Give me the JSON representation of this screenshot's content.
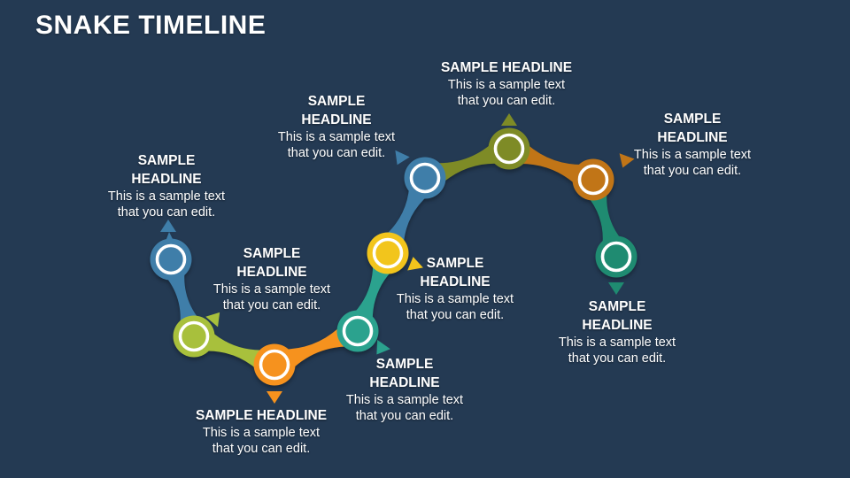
{
  "title": "SNAKE TIMELINE",
  "colors": {
    "background": "#243a53",
    "title": "#ffffff",
    "text": "#ffffff"
  },
  "nodes": [
    {
      "id": 1,
      "headline": "SAMPLE\nHEADLINE",
      "body": "This is a sample text\nthat you can edit.",
      "color": "#3f7ea9"
    },
    {
      "id": 2,
      "headline": "SAMPLE\nHEADLINE",
      "body": "This is a sample text\nthat you can edit.",
      "color": "#a8c03c"
    },
    {
      "id": 3,
      "headline": "SAMPLE HEADLINE",
      "body": "This is a sample text\nthat you can edit.",
      "color": "#f6921e"
    },
    {
      "id": 4,
      "headline": "SAMPLE\nHEADLINE",
      "body": "This is a sample text\nthat you can edit.",
      "color": "#2ba28e"
    },
    {
      "id": 5,
      "headline": "SAMPLE\nHEADLINE",
      "body": "This is a sample text\nthat you can edit.",
      "color": "#f2c51c"
    },
    {
      "id": 6,
      "headline": "SAMPLE\nHEADLINE",
      "body": "This is a sample text\nthat you can edit.",
      "color": "#3f7ea9"
    },
    {
      "id": 7,
      "headline": "SAMPLE HEADLINE",
      "body": "This is a sample text\nthat you can edit.",
      "color": "#7e8b26"
    },
    {
      "id": 8,
      "headline": "SAMPLE\nHEADLINE",
      "body": "This is a sample text\nthat you can edit.",
      "color": "#c17517"
    },
    {
      "id": 9,
      "headline": "SAMPLE\nHEADLINE",
      "body": "This is a sample text\nthat you can edit.",
      "color": "#1f8b71"
    }
  ]
}
